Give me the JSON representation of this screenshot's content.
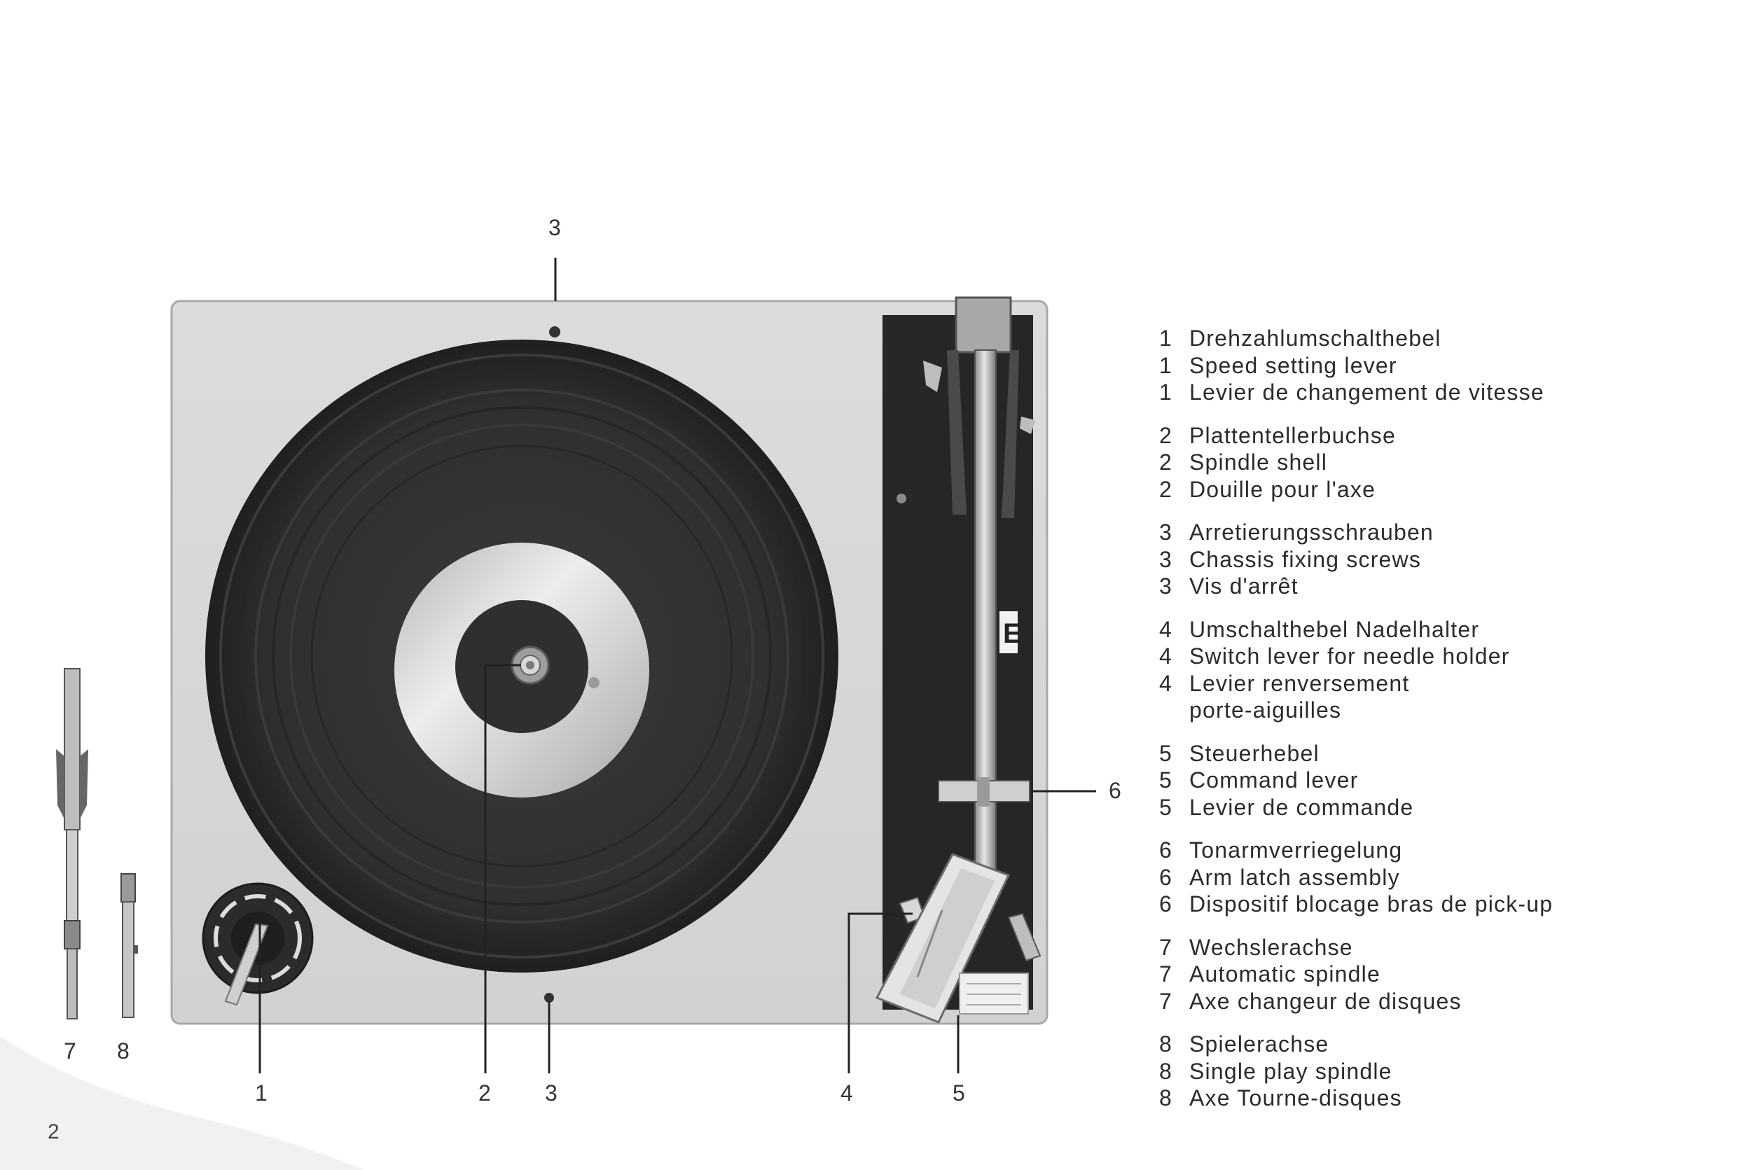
{
  "callouts": {
    "top_3": "3",
    "left_6": "6",
    "b_7": "7",
    "b_8": "8",
    "b_1": "1",
    "b_2": "2",
    "b_3": "3",
    "b_4": "4",
    "b_5": "5"
  },
  "page_number": "2",
  "logo_letter": "E",
  "legend": [
    {
      "lines": [
        {
          "num": "1",
          "text": "Drehzahlumschalthebel"
        },
        {
          "num": "1",
          "text": "Speed setting lever"
        },
        {
          "num": "1",
          "text": "Levier de changement de vitesse"
        }
      ]
    },
    {
      "lines": [
        {
          "num": "2",
          "text": "Plattentellerbuchse"
        },
        {
          "num": "2",
          "text": "Spindle shell"
        },
        {
          "num": "2",
          "text": "Douille pour l'axe"
        }
      ]
    },
    {
      "lines": [
        {
          "num": "3",
          "text": "Arretierungsschrauben"
        },
        {
          "num": "3",
          "text": "Chassis fixing screws"
        },
        {
          "num": "3",
          "text": "Vis d'arrêt"
        }
      ]
    },
    {
      "lines": [
        {
          "num": "4",
          "text": "Umschalthebel Nadelhalter"
        },
        {
          "num": "4",
          "text": "Switch lever for needle holder"
        },
        {
          "num": "4",
          "text": "Levier renversement"
        },
        {
          "num": "",
          "text": "porte-aiguilles"
        }
      ]
    },
    {
      "lines": [
        {
          "num": "5",
          "text": "Steuerhebel"
        },
        {
          "num": "5",
          "text": "Command lever"
        },
        {
          "num": "5",
          "text": "Levier de commande"
        }
      ]
    },
    {
      "lines": [
        {
          "num": "6",
          "text": "Tonarmverriegelung"
        },
        {
          "num": "6",
          "text": "Arm latch assembly"
        },
        {
          "num": "6",
          "text": "Dispositif blocage bras de pick-up"
        }
      ]
    },
    {
      "lines": [
        {
          "num": "7",
          "text": "Wechslerachse"
        },
        {
          "num": "7",
          "text": "Automatic spindle"
        },
        {
          "num": "7",
          "text": "Axe changeur de disques"
        }
      ]
    },
    {
      "lines": [
        {
          "num": "8",
          "text": "Spielerachse"
        },
        {
          "num": "8",
          "text": "Single play spindle"
        },
        {
          "num": "8",
          "text": "Axe Tourne-disques"
        }
      ]
    }
  ],
  "colors": {
    "plinth": "#d8d8d6",
    "platter": "#2e2e2e",
    "label_silver": "#c9c9c9",
    "arm_panel": "#262626"
  }
}
